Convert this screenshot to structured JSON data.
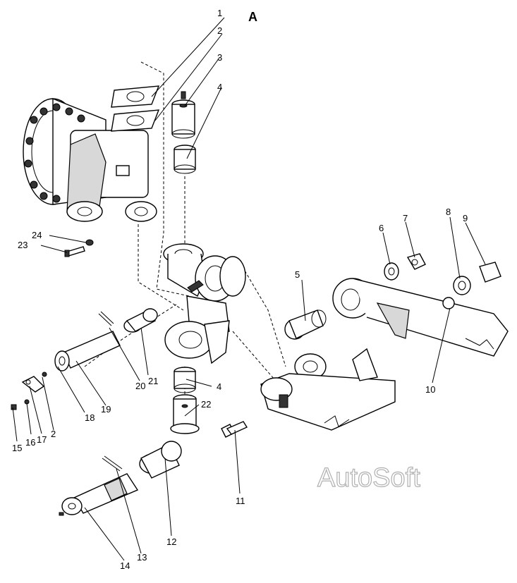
{
  "figure": {
    "view_label": "A",
    "watermark": "AutoSoft"
  },
  "callouts": [
    "1",
    "2",
    "3",
    "4",
    "4",
    "5",
    "6",
    "7",
    "8",
    "9",
    "10",
    "11",
    "12",
    "13",
    "14",
    "15",
    "16",
    "17",
    "2",
    "18",
    "19",
    "20",
    "21",
    "22",
    "23",
    "24"
  ]
}
